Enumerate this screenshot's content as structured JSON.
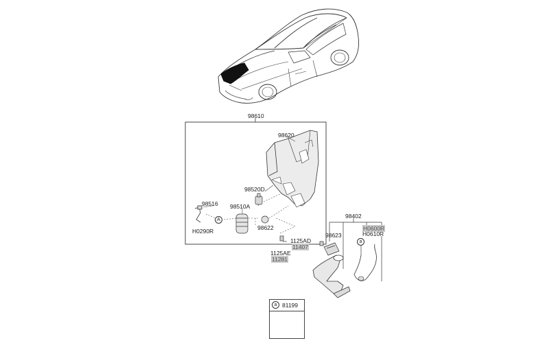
{
  "labels": {
    "p98610": "98610",
    "p98620": "98620",
    "p98520D": "98520D",
    "p98516": "98516",
    "p98510A": "98510A",
    "p98622": "98622",
    "pH0290R": "H0290R",
    "p98402": "98402",
    "pH0600R": "H0600R",
    "pH0610R": "H0610R",
    "p98623": "98623",
    "p1125AD": "1125AD",
    "p11407": "11407",
    "p1125AE": "1125AE",
    "p11281": "11281"
  },
  "callouts": {
    "A_main": "A",
    "a_hose": "a"
  },
  "legend": {
    "marker": "a",
    "part": "81199"
  }
}
